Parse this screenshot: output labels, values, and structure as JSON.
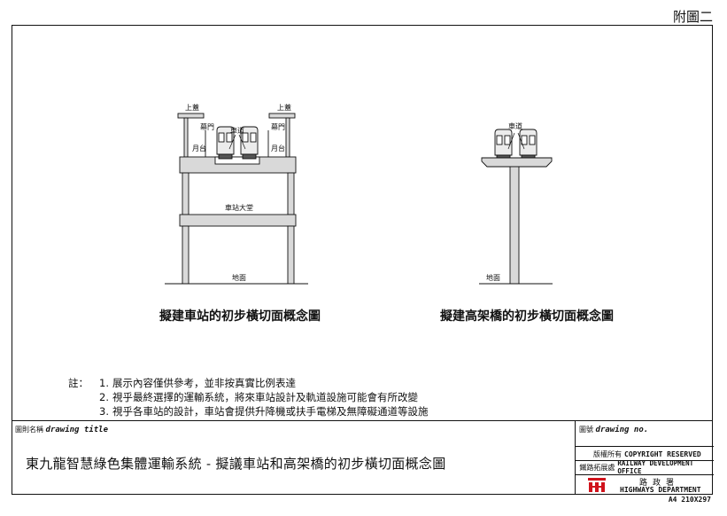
{
  "annex_label": "附圖二",
  "station_diagram": {
    "caption": "擬建車站的初步橫切面概念圖",
    "labels": {
      "canopy_left": "上蓋",
      "canopy_right": "上蓋",
      "door_left": "幕門",
      "door_right": "幕門",
      "platform_left": "月台",
      "platform_right": "月台",
      "trackway": "車道",
      "concourse": "車站大堂",
      "ground": "地面"
    }
  },
  "viaduct_diagram": {
    "caption": "擬建高架橋的初步橫切面概念圖",
    "labels": {
      "trackway": "車道",
      "ground": "地面"
    }
  },
  "notes": {
    "lead": "註：",
    "items": [
      {
        "num": "1.",
        "text": "展示內容僅供參考，並非按真實比例表達"
      },
      {
        "num": "2.",
        "text": "視乎最終選擇的運輸系統，將來車站設計及軌道設施可能會有所改變"
      },
      {
        "num": "3.",
        "text": "視乎各車站的設計，車站會提供升降機或扶手電梯及無障礙通道等設施"
      }
    ]
  },
  "title_block": {
    "drawing_title_cn": "圖則名稱",
    "drawing_title_en": "drawing title",
    "title": "東九龍智慧綠色集體運輸系統 - 擬議車站和高架橋的初步橫切面概念圖",
    "drawing_no_cn": "圖號",
    "drawing_no_en": "drawing no.",
    "copyright_cn": "版權所有",
    "copyright_en": "COPYRIGHT RESERVED",
    "office_cn": "鐵路拓展處",
    "office_en": "RAILWAY DEVELOPMENT OFFICE",
    "department_cn": "路政署",
    "department_en": "HIGHWAYS DEPARTMENT",
    "paper_size": "A4 210X297"
  },
  "colors": {
    "structure_fill": "#d9d9d9",
    "line": "#111111",
    "logo_red": "#d0121b"
  }
}
